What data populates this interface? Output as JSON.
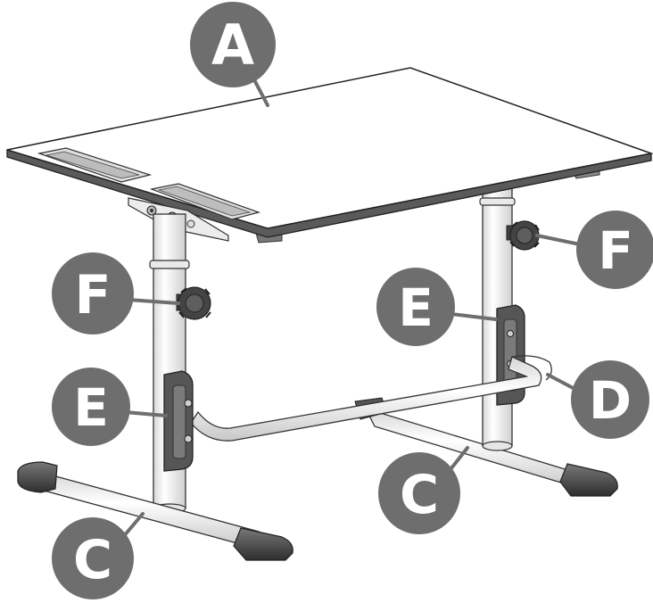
{
  "labels": {
    "tabletop": "A",
    "foot_right": "C",
    "foot_left": "C",
    "crossbar": "D",
    "bracket_right": "E",
    "bracket_left": "E",
    "knob_right": "F",
    "knob_left": "F"
  },
  "colors": {
    "callout_fill": "#6e6e6e",
    "callout_text": "#ffffff",
    "line": "#333333",
    "tube_fill": "#ffffff",
    "dark_part": "#4a4a4a"
  }
}
